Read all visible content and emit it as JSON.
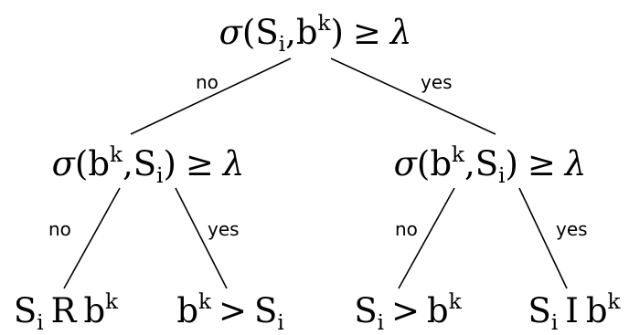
{
  "nodes": {
    "root": {
      "sigma": "σ",
      "open": "(",
      "arg1": "S",
      "arg1_sub": "i",
      "comma": ",",
      "arg2": "b",
      "arg2_sup": "k",
      "close": ")",
      "relation": "≥",
      "threshold": "λ"
    },
    "left": {
      "sigma": "σ",
      "open": "(",
      "arg1": "b",
      "arg1_sup": "k",
      "comma": ",",
      "arg2": "S",
      "arg2_sub": "i",
      "close": ")",
      "relation": "≥",
      "threshold": "λ"
    },
    "right": {
      "sigma": "σ",
      "open": "(",
      "arg1": "b",
      "arg1_sup": "k",
      "comma": ",",
      "arg2": "S",
      "arg2_sub": "i",
      "close": ")",
      "relation": "≥",
      "threshold": "λ"
    }
  },
  "leaves": {
    "leaf1": {
      "a": "S",
      "a_sub": "i",
      "relation": "R",
      "b": "b",
      "b_sup": "k"
    },
    "leaf2": {
      "a": "b",
      "a_sup": "k",
      "relation": ">",
      "b": "S",
      "b_sub": "i"
    },
    "leaf3": {
      "a": "S",
      "a_sub": "i",
      "relation": ">",
      "b": "b",
      "b_sup": "k"
    },
    "leaf4": {
      "a": "S",
      "a_sub": "i",
      "relation": "I",
      "b": "b",
      "b_sup": "k"
    }
  },
  "edges": {
    "root_no": "no",
    "root_yes": "yes",
    "left_no": "no",
    "left_yes": "yes",
    "right_no": "no",
    "right_yes": "yes"
  }
}
